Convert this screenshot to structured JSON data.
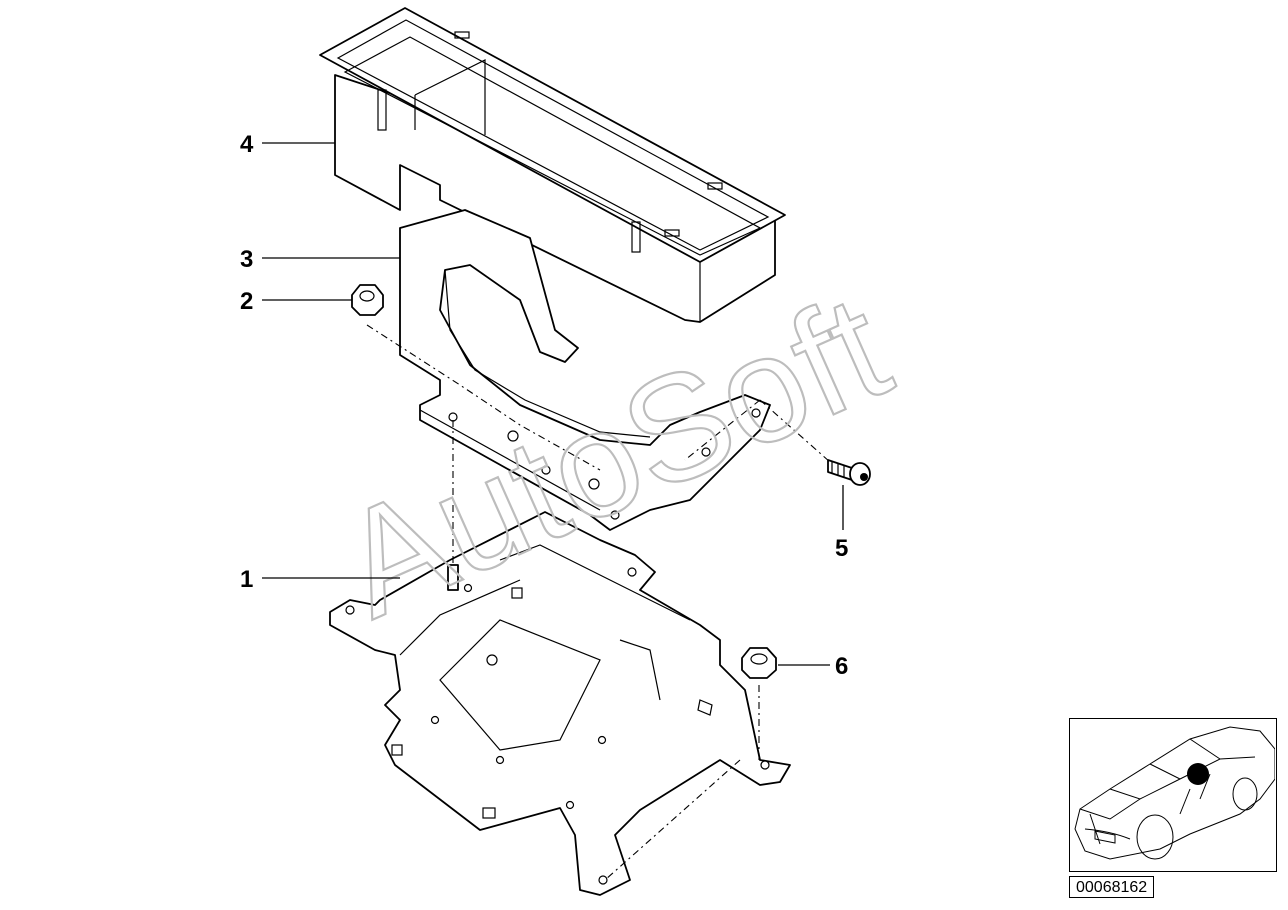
{
  "callouts": [
    {
      "number": "1"
    },
    {
      "number": "2"
    },
    {
      "number": "3"
    },
    {
      "number": "4"
    },
    {
      "number": "5"
    },
    {
      "number": "6"
    }
  ],
  "watermark": {
    "text": "AutoSoft"
  },
  "diagram_id": "00068162",
  "icons": {
    "locator": "car-location-icon",
    "nut": "hex-nut-icon",
    "screw": "screw-icon"
  },
  "colors": {
    "line": "#000000",
    "background": "#ffffff",
    "watermark": "#bdbdbd"
  }
}
